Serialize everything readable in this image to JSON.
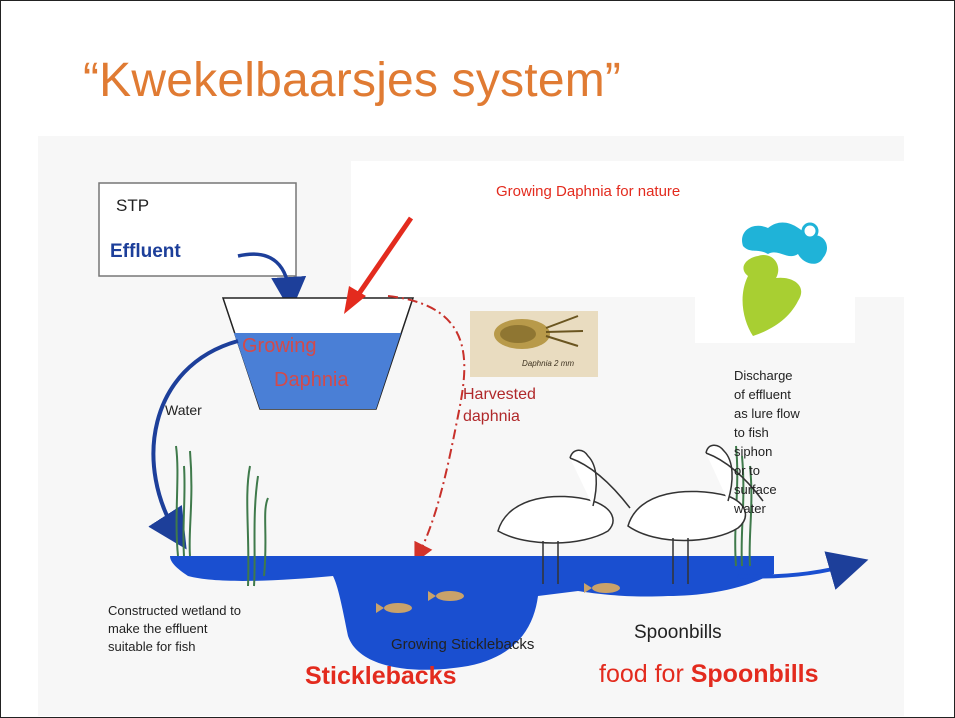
{
  "slide": {
    "title": "“Kwekelbaarsjes system”"
  },
  "diagram": {
    "stp_label": "STP",
    "effluent_label": "Effluent",
    "growing_daphnia_note": "Growing Daphnia for nature",
    "tank_label_line1": "Growing",
    "tank_label_line2": "Daphnia",
    "water_label": "Water",
    "daphnia_caption": "Daphnia 2 mm",
    "harvested_line1": "Harvested",
    "harvested_line2": "daphnia",
    "discharge_lines": [
      "Discharge",
      "of effluent",
      "as lure flow",
      "to fish",
      "siphon",
      "or to",
      "surface",
      "water"
    ],
    "wetland_lines": [
      "Constructed wetland to",
      "make the effluent",
      "suitable for fish"
    ],
    "growing_sticklebacks": "Growing Sticklebacks",
    "spoonbills_label": "Spoonbills",
    "bottom_sticklebacks": "Sticklebacks",
    "bottom_food_for": "food for",
    "bottom_spoonbills": "Spoonbills"
  },
  "colors": {
    "title": "#e07b33",
    "water": "#1a4fd0",
    "tank_water": "#4a7fd6",
    "accent_red": "#e32b1e",
    "dark_red": "#b0282a",
    "arrow_blue": "#1d3f9a",
    "reed": "#3f7a4b",
    "text_dark": "#222222"
  },
  "icons": [
    "red-arrow-icon",
    "spoonbill-icon",
    "stickleback-fish-icon",
    "daphnia-photo-icon",
    "netherlands-map-logo"
  ]
}
